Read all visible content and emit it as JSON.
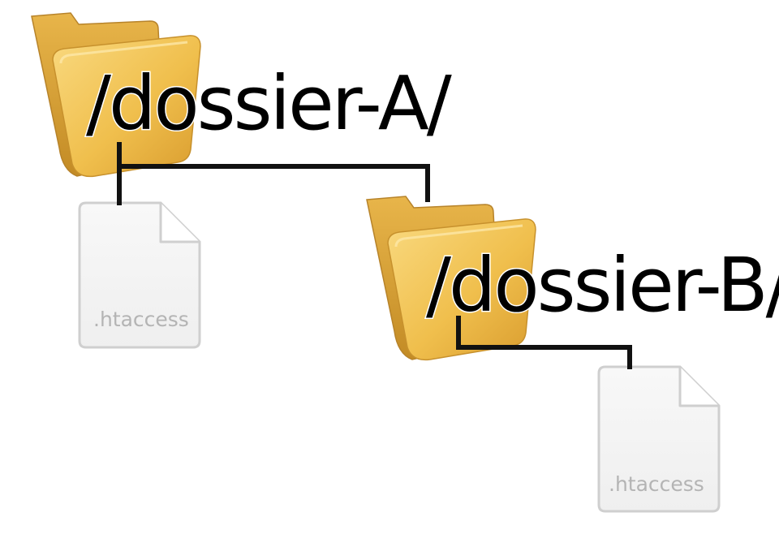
{
  "colors": {
    "folder_back": "#d9a43a",
    "folder_front": "#f3c65a",
    "folder_edge": "#b7832a",
    "file_fill": "#f6f6f6",
    "file_stroke": "#cfcfcf",
    "connector": "#111111",
    "label_text": "#000000",
    "file_text": "#b4b4b4"
  },
  "tree": {
    "folder_a": {
      "name": "/dossier-A/",
      "icon": "folder-icon"
    },
    "file_a": {
      "name": ".htaccess",
      "icon": "file-icon"
    },
    "folder_b": {
      "name": "/dossier-B/",
      "icon": "folder-icon"
    },
    "file_b": {
      "name": ".htaccess",
      "icon": "file-icon"
    }
  }
}
